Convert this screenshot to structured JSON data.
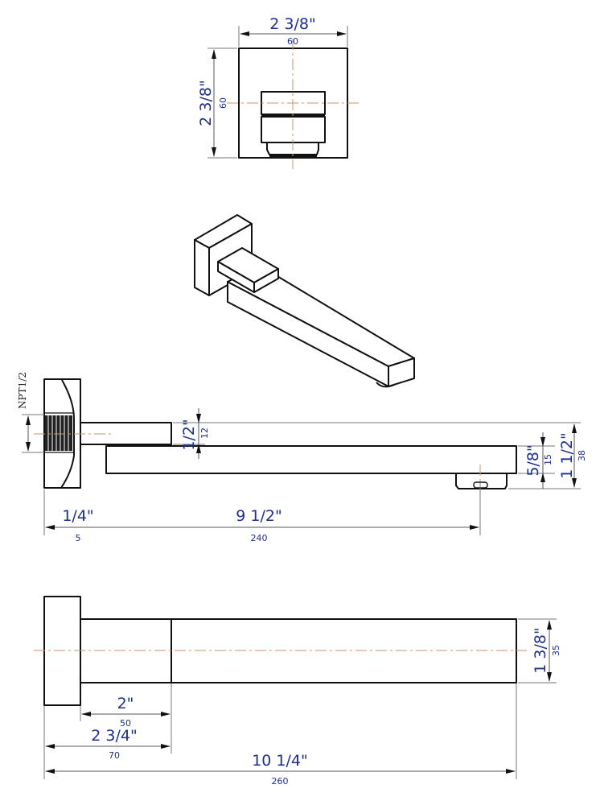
{
  "drawing": {
    "subject": "Wall-mounted square tub spout technical drawing",
    "front_view": {
      "width_in": "2 3/8\"",
      "width_mm": "60",
      "height_in": "2 3/8\"",
      "height_mm": "60"
    },
    "side_view": {
      "thread_label": "NPT1/2",
      "gap_in": "1/2\"",
      "gap_mm": "12",
      "spout_height_in": "5/8\"",
      "spout_height_mm": "15",
      "total_height_in": "1 1/2\"",
      "total_height_mm": "38",
      "flange_in": "1/4\"",
      "flange_mm": "5",
      "reach_in": "9 1/2\"",
      "reach_mm": "240"
    },
    "top_view": {
      "collar_in": "2\"",
      "collar_mm": "50",
      "to_collar_in": "2 3/4\"",
      "to_collar_mm": "70",
      "overall_in": "10 1/4\"",
      "overall_mm": "260",
      "spout_width_in": "1 3/8\"",
      "spout_width_mm": "35"
    }
  },
  "colors": {
    "dimension_text": "#1d2f8f",
    "outline": "#111111",
    "center_line": "#c8956a"
  }
}
